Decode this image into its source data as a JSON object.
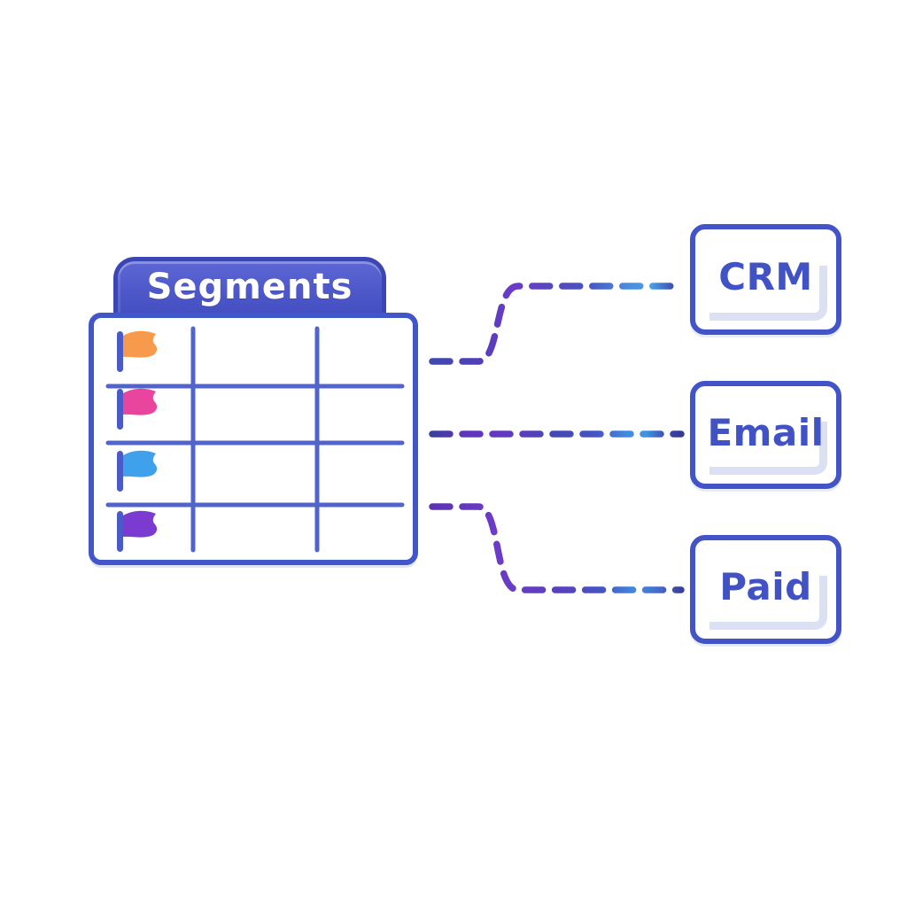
{
  "table": {
    "title": "Segments",
    "rows": [
      {
        "name": "orange-segment",
        "flag_color": "#F79A4C"
      },
      {
        "name": "pink-segment",
        "flag_color": "#E9459E"
      },
      {
        "name": "blue-segment",
        "flag_color": "#3FA0EB"
      },
      {
        "name": "purple-segment",
        "flag_color": "#7B3AD0"
      }
    ]
  },
  "targets": [
    {
      "id": "crm",
      "label": "CRM"
    },
    {
      "id": "email",
      "label": "Email"
    },
    {
      "id": "paid",
      "label": "Paid"
    }
  ],
  "colors": {
    "accent_border": "#4254C8",
    "grid_line": "#5064CB",
    "flag_pole": "#4A5BC8",
    "tab_border": "#3B46B5",
    "tab_fill": "#4E58C9",
    "label_text": "#4152C5",
    "dash_indigo": "#4348B6",
    "dash_purple": "#6C3BC7",
    "dash_light_blue": "#46A0E8",
    "inner_corner_shadow": "#DBE1F3"
  }
}
